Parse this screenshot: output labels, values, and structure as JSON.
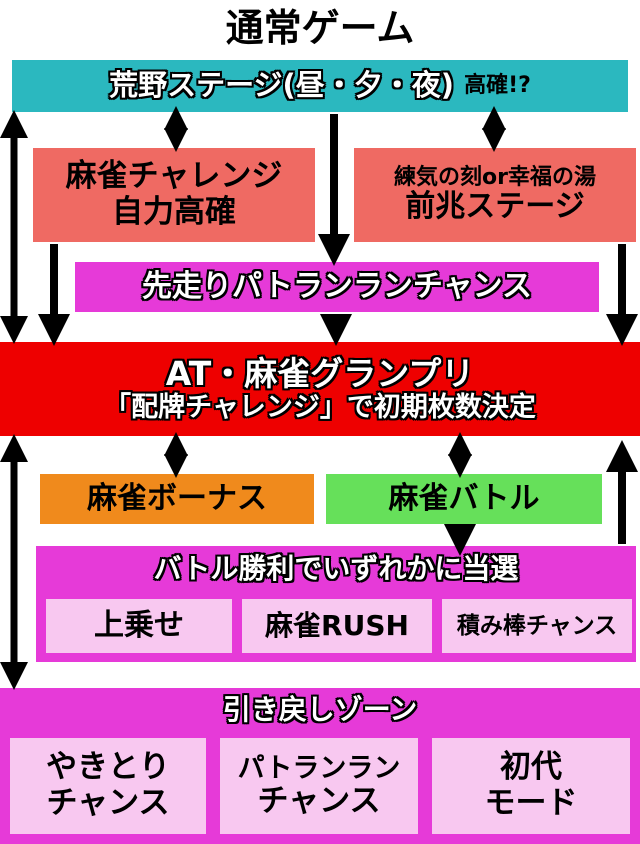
{
  "title": "通常ゲーム",
  "stage": {
    "main": "荒野ステージ(昼・夕・夜)",
    "suffix": "高確!?"
  },
  "mahjong_challenge": {
    "line1": "麻雀チャレンジ",
    "line2": "自力高確"
  },
  "ren_ki": {
    "line1": "練気の刻or幸福の湯",
    "line2": "前兆ステージ"
  },
  "sakibashiri": "先走りパトランランチャンス",
  "at": {
    "line1": "AT・麻雀グランプリ",
    "line2": "「配牌チャレンジ」で初期枚数決定"
  },
  "mahjong_bonus": "麻雀ボーナス",
  "mahjong_battle": "麻雀バトル",
  "battle_win": {
    "title": "バトル勝利でいずれかに当選",
    "items": [
      "上乗せ",
      "麻雀RUSH",
      "積み棒チャンス"
    ]
  },
  "hikimodoshi": {
    "title": "引き戻しゾーン",
    "items": [
      [
        "やきとり",
        "チャンス"
      ],
      [
        "パトランラン",
        "チャンス"
      ],
      [
        "初代",
        "モード"
      ]
    ]
  },
  "colors": {
    "teal": "#2bb8bf",
    "salmon": "#ef6a63",
    "magenta": "#e63ad8",
    "red": "#ee0000",
    "orange": "#f08a1c",
    "green": "#66e05a",
    "pink_item": "#f8c8f0"
  }
}
